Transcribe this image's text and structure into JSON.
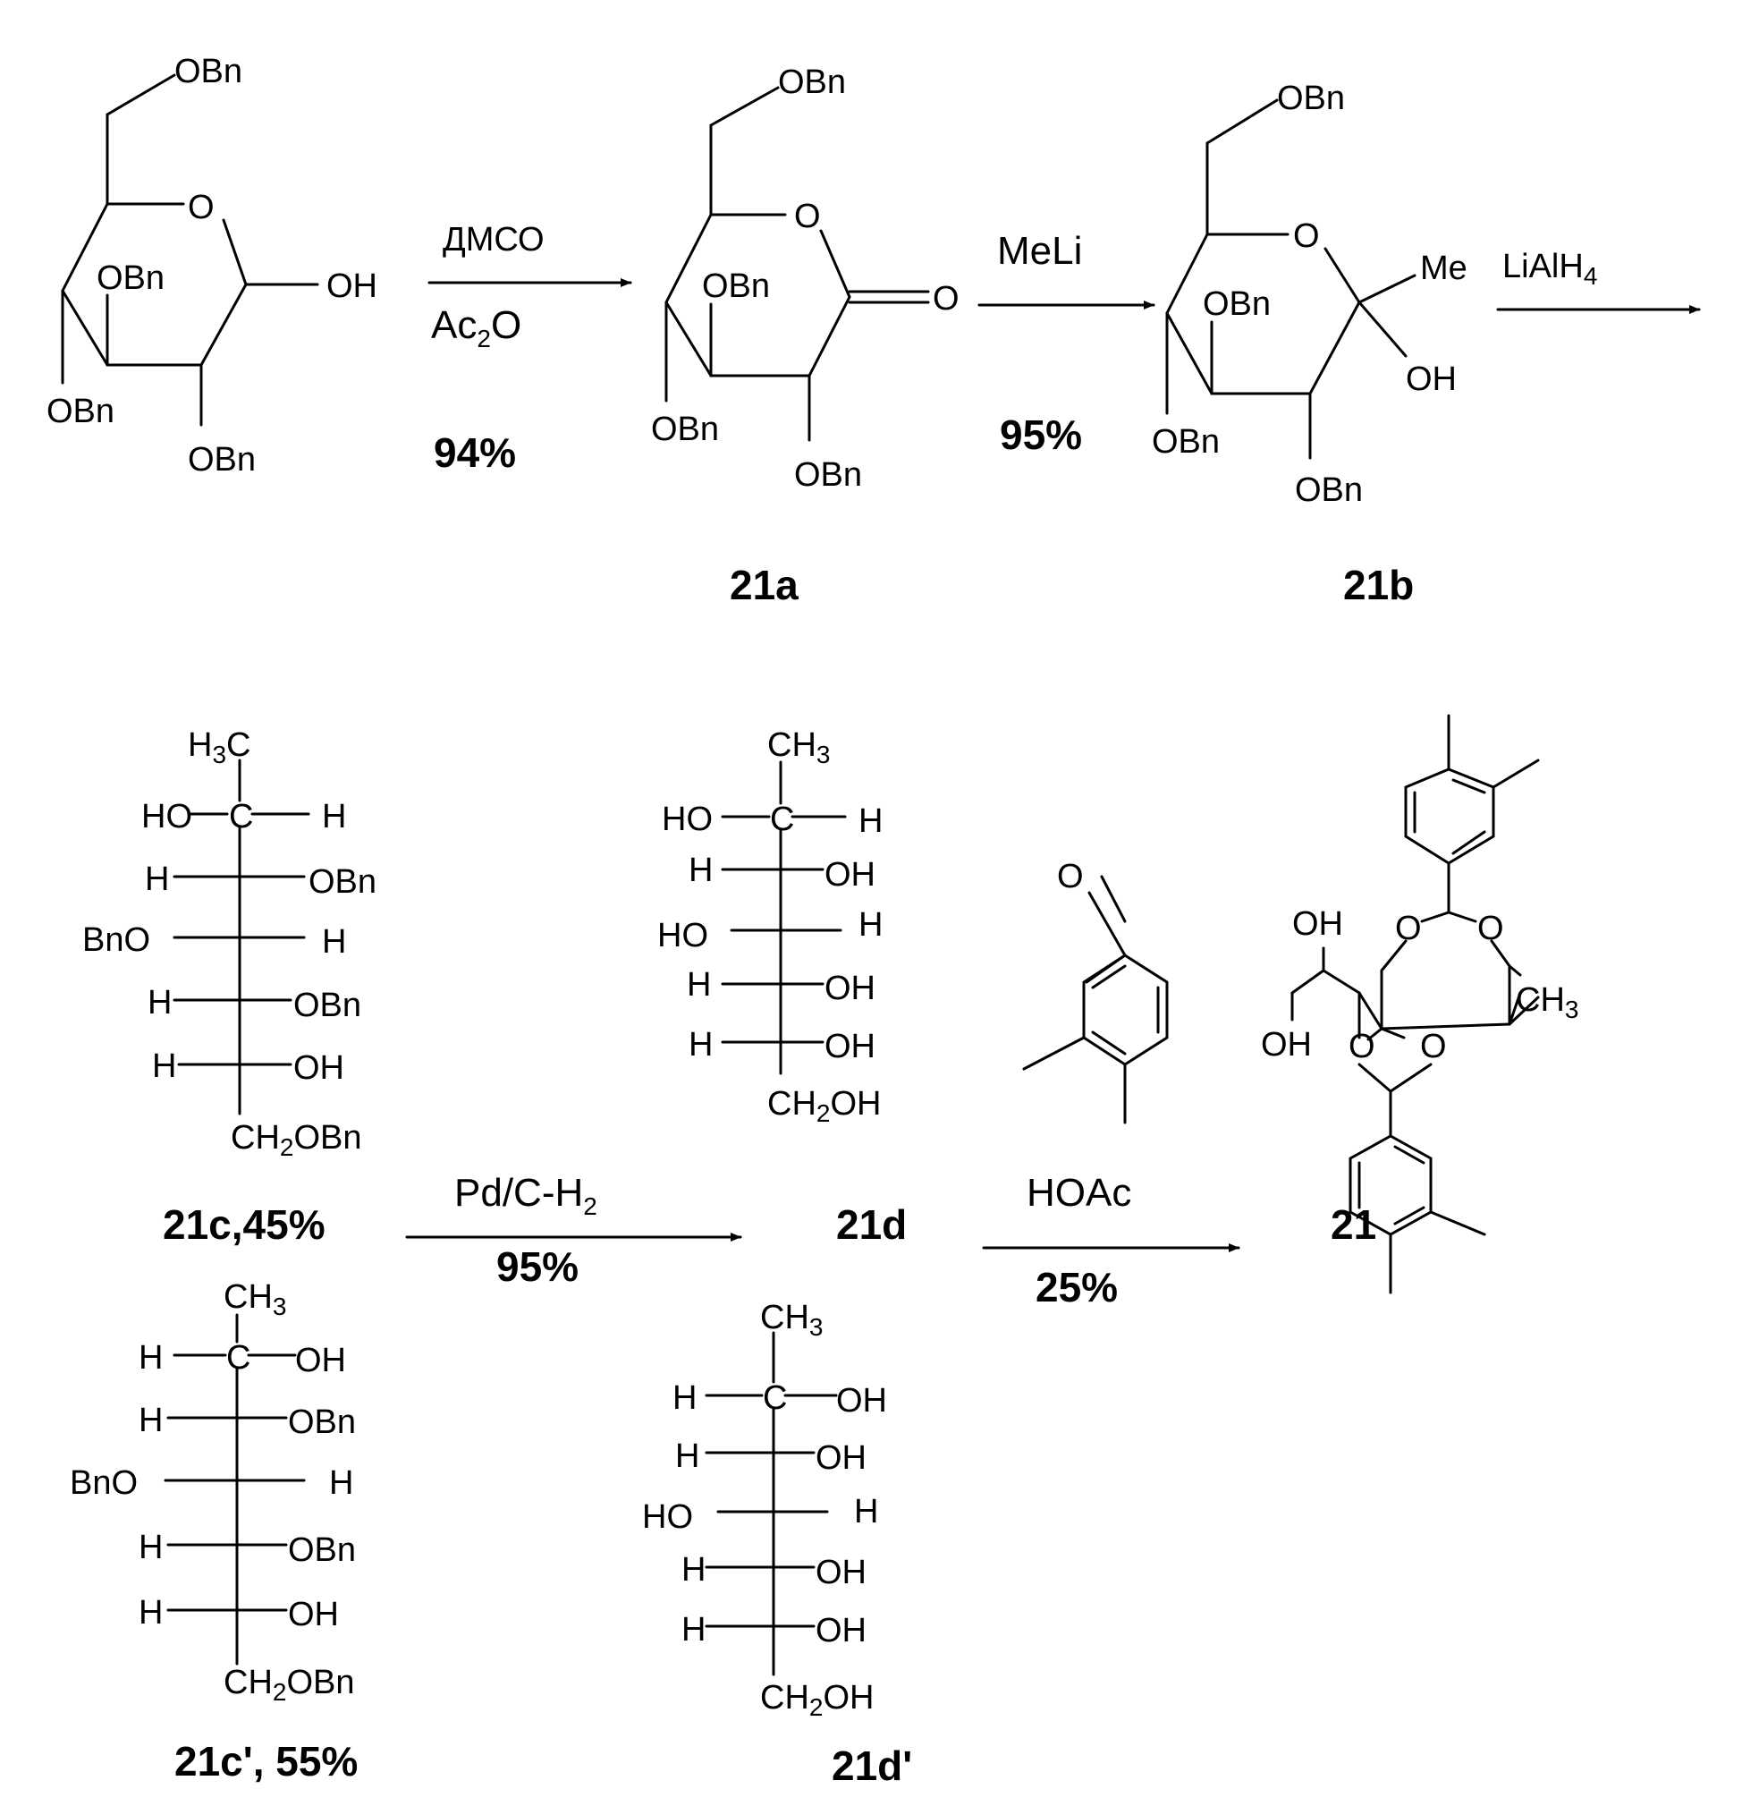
{
  "start": {
    "obn6": "OBn",
    "o": "O",
    "oh": "OH",
    "obn3": "OBn",
    "obn4": "OBn",
    "obn2": "OBn"
  },
  "step1": {
    "reagent1": "ДМСО",
    "reagent2_main": "Ac",
    "reagent2_sub": "2",
    "reagent2_end": "O",
    "yield": "94%"
  },
  "c21a": {
    "obn6": "OBn",
    "o": "O",
    "carbonyl_o": "O",
    "obn3": "OBn",
    "obn4": "OBn",
    "obn2": "OBn",
    "label": "21a"
  },
  "step2": {
    "reagent": "MeLi",
    "yield": "95%"
  },
  "c21b": {
    "obn6": "OBn",
    "o": "O",
    "me": "Me",
    "oh": "OH",
    "obn3": "OBn",
    "obn4": "OBn",
    "obn2": "OBn",
    "label": "21b"
  },
  "step3": {
    "reagent_main": "LiAlH",
    "reagent_sub": "4"
  },
  "c21c": {
    "top_main": "H",
    "top_sub": "3",
    "top_end": "C",
    "c": "C",
    "r1_left": "HO",
    "r1_right": "H",
    "r2_left": "H",
    "r2_right": "OBn",
    "r3_left": "BnO",
    "r3_right": "H",
    "r4_left": "H",
    "r4_right": "OBn",
    "r5_left": "H",
    "r5_right": "OH",
    "bottom_main": "CH",
    "bottom_sub": "2",
    "bottom_end": "OBn",
    "label": "21c,45%"
  },
  "c21cp": {
    "top_main": "CH",
    "top_sub": "3",
    "c": "C",
    "r1_left": "H",
    "r1_right": "OH",
    "r2_left": "H",
    "r2_right": "OBn",
    "r3_left": "BnO",
    "r3_right": "H",
    "r4_left": "H",
    "r4_right": "OBn",
    "r5_left": "H",
    "r5_right": "OH",
    "bottom_main": "CH",
    "bottom_sub": "2",
    "bottom_end": "OBn",
    "label": "21c', 55%"
  },
  "step4": {
    "reagent_main": "Pd/C-H",
    "reagent_sub": "2",
    "yield": "95%"
  },
  "c21d": {
    "top_main": "CH",
    "top_sub": "3",
    "c": "C",
    "r1_left": "HO",
    "r1_right": "H",
    "r2_left": "H",
    "r2_right": "OH",
    "r3_left": "HO",
    "r3_right": "H",
    "r4_left": "H",
    "r4_right": "OH",
    "r5_left": "H",
    "r5_right": "OH",
    "bottom_main": "CH",
    "bottom_sub": "2",
    "bottom_end": "OH",
    "label": "21d"
  },
  "c21dp": {
    "top_main": "CH",
    "top_sub": "3",
    "c": "C",
    "r1_left": "H",
    "r1_right": "OH",
    "r2_left": "H",
    "r2_right": "OH",
    "r3_left": "HO",
    "r3_right": "H",
    "r4_left": "H",
    "r4_right": "OH",
    "r5_left": "H",
    "r5_right": "OH",
    "bottom_main": "CH",
    "bottom_sub": "2",
    "bottom_end": "OH",
    "label": "21d'"
  },
  "aldehyde": {
    "o": "O"
  },
  "step5": {
    "reagent": "HOAc",
    "yield": "25%"
  },
  "c21": {
    "oh_top": "OH",
    "oh_bottom": "OH",
    "o1": "O",
    "o2": "O",
    "o3": "O",
    "o4": "O",
    "ch3_main": "CH",
    "ch3_sub": "3",
    "label": "21"
  }
}
